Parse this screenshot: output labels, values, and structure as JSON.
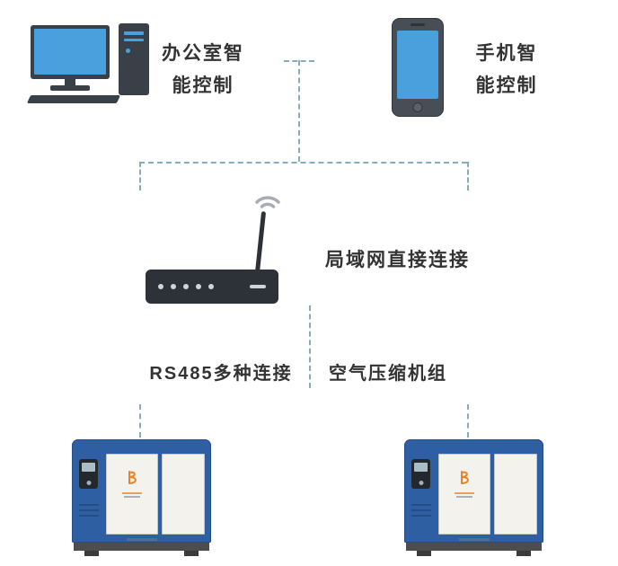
{
  "nodes": {
    "computer": {
      "label_line1": "办公室智",
      "label_line2": "能控制"
    },
    "phone": {
      "label_line1": "手机智",
      "label_line2": "能控制"
    },
    "router": {
      "label": "局域网直接连接"
    },
    "rs485": {
      "label": "RS485多种连接"
    },
    "compressors": {
      "label": "空气压缩机组"
    }
  },
  "icons": {
    "computer": "desktop-computer-icon",
    "phone": "smartphone-icon",
    "router": "wifi-router-icon",
    "compressor_left": "air-compressor-icon",
    "compressor_right": "air-compressor-icon"
  },
  "colors": {
    "connector_line": "#84adc2",
    "device_dark": "#394047",
    "screen_blue": "#4aa0dc",
    "router_dark": "#2d3138",
    "compressor_blue": "#2f5fa3",
    "panel_white": "#f3f2ec",
    "logo_orange": "#e8832a",
    "label_text": "#333333"
  }
}
